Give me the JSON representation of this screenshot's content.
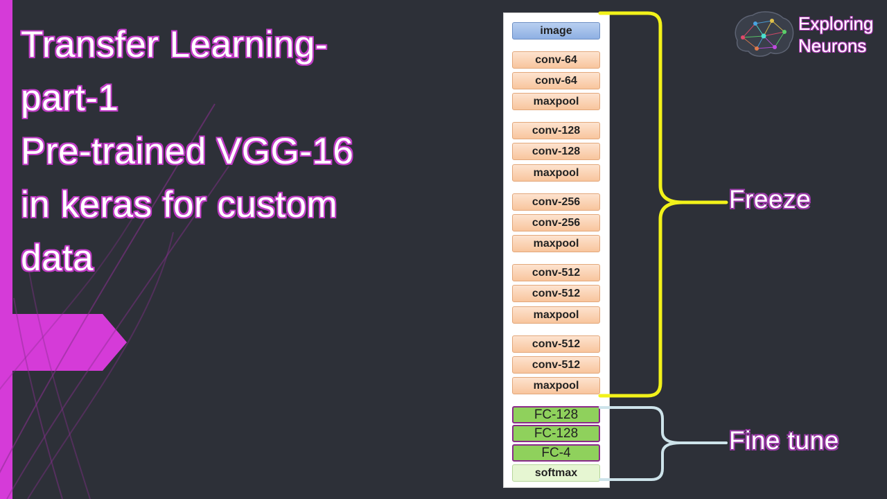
{
  "title": {
    "lines": [
      "Transfer Learning-",
      "part-1",
      "Pre-trained VGG-16",
      "in keras for custom",
      "data"
    ]
  },
  "logo": {
    "line1": "Exploring",
    "line2": "Neurons"
  },
  "network": {
    "input": "image",
    "blocks": [
      [
        "conv-64",
        "conv-64",
        "maxpool"
      ],
      [
        "conv-128",
        "conv-128",
        "maxpool"
      ],
      [
        "conv-256",
        "conv-256",
        "maxpool"
      ],
      [
        "conv-512",
        "conv-512",
        "maxpool"
      ],
      [
        "conv-512",
        "conv-512",
        "maxpool"
      ]
    ],
    "head": [
      "FC-128",
      "FC-128",
      "FC-4"
    ],
    "output": "softmax"
  },
  "annotations": {
    "freeze": "Freeze",
    "fine_tune": "Fine tune"
  },
  "colors": {
    "background": "#2d3038",
    "accent_magenta": "#d53bd8",
    "freeze_brace": "#f2f21a",
    "fine_tune_brace": "#cde3ea",
    "conv_fill": "#f8c59d",
    "fc_fill": "#8fd15c",
    "input_fill": "#8eb0e3"
  }
}
